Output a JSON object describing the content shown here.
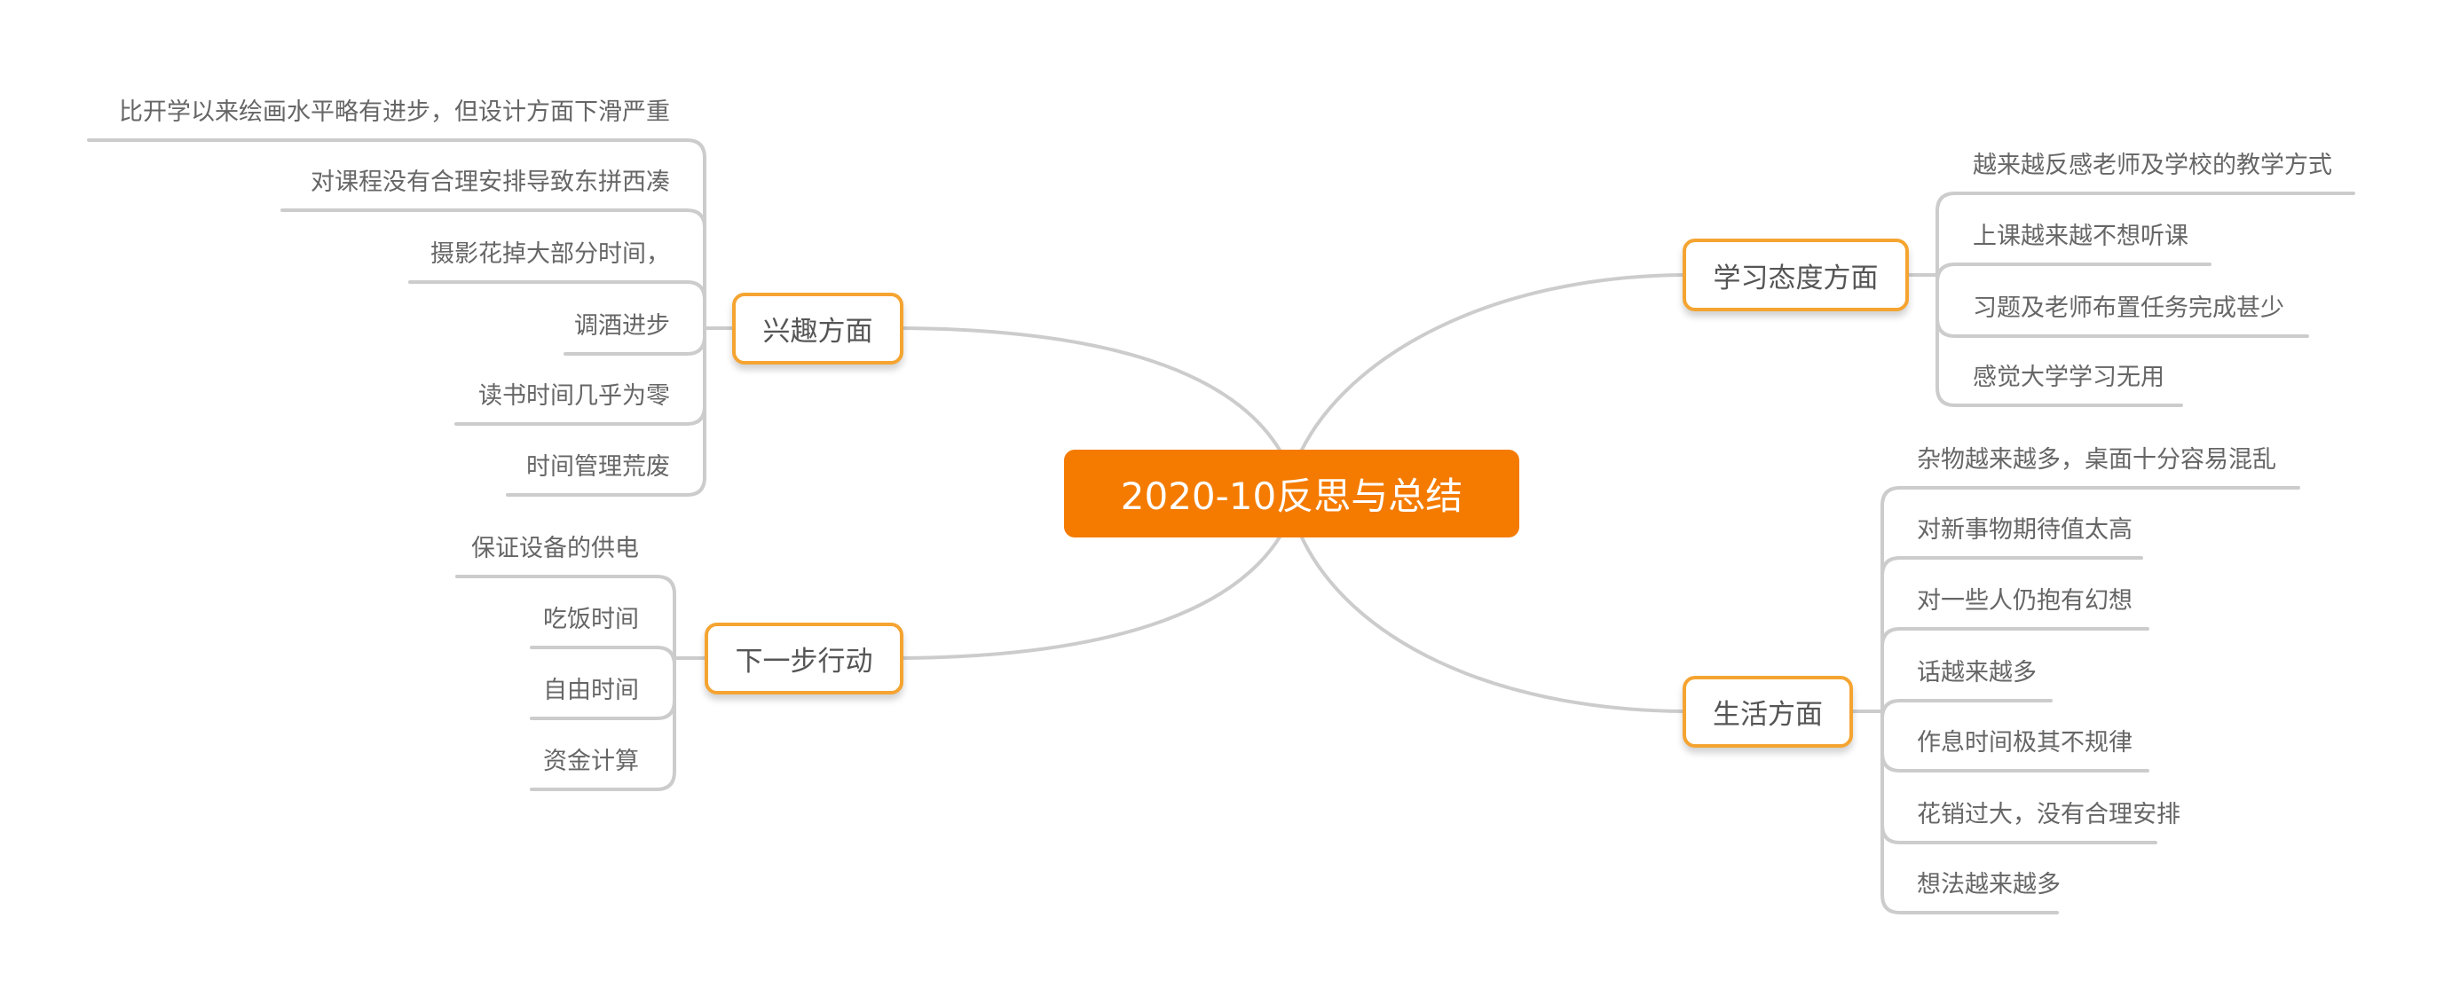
{
  "center": {
    "title": "2020-10反思与总结"
  },
  "colors": {
    "center": "#f47b00",
    "branch_border": "#f5a431",
    "line": "#cccccc",
    "text": "#666666"
  },
  "branches": {
    "interest": {
      "label": "兴趣方面",
      "items": [
        "比开学以来绘画水平略有进步，但设计方面下滑严重",
        "对课程没有合理安排导致东拼西凑",
        "摄影花掉大部分时间，",
        "调酒进步",
        "读书时间几乎为零",
        "时间管理荒废"
      ]
    },
    "next": {
      "label": "下一步行动",
      "items": [
        "保证设备的供电",
        "吃饭时间",
        "自由时间",
        "资金计算"
      ]
    },
    "study": {
      "label": "学习态度方面",
      "items": [
        "越来越反感老师及学校的教学方式",
        "上课越来越不想听课",
        "习题及老师布置任务完成甚少",
        "感觉大学学习无用"
      ]
    },
    "life": {
      "label": "生活方面",
      "items": [
        "杂物越来越多，桌面十分容易混乱",
        "对新事物期待值太高",
        "对一些人仍抱有幻想",
        "话越来越多",
        "作息时间极其不规律",
        "花销过大，没有合理安排",
        "想法越来越多"
      ]
    }
  }
}
